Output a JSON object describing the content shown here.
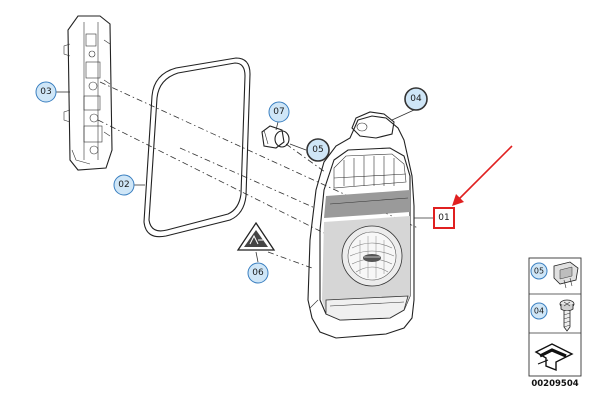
{
  "callouts": {
    "c01": "01",
    "c02": "02",
    "c03": "03",
    "c04": "04",
    "c05": "05",
    "c06": "06",
    "c07": "07"
  },
  "legend": {
    "c05": "05",
    "c04": "04"
  },
  "document_number": "00209504",
  "colors": {
    "callout_fill": "#cfe6f7",
    "callout_stroke": "#3a7fc0",
    "selected_box": "#e02020",
    "arrow": "#e02020",
    "line_art": "#222222"
  },
  "icons": {
    "warning_label": "warning-triangle-icon",
    "selection_arrow": "red-arrow-icon"
  }
}
